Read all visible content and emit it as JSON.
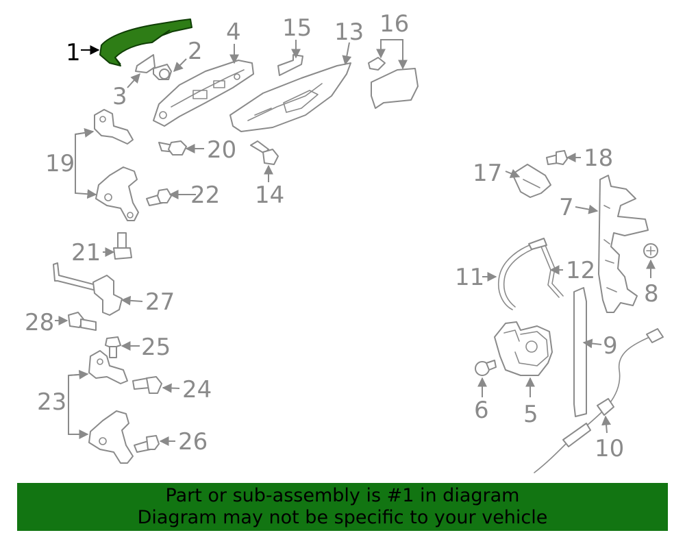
{
  "callouts": [
    "1",
    "2",
    "3",
    "4",
    "5",
    "6",
    "7",
    "8",
    "9",
    "10",
    "11",
    "12",
    "13",
    "14",
    "15",
    "16",
    "17",
    "18",
    "19",
    "20",
    "21",
    "22",
    "23",
    "24",
    "25",
    "26",
    "27",
    "28"
  ],
  "highlighted_part": "1",
  "colors": {
    "highlight": "#2e7d16",
    "banner": "#127512",
    "line": "#8a8a8a",
    "text": "#000000"
  },
  "banner": {
    "line1": "Part or sub-assembly is #1 in diagram",
    "line2": "Diagram may not be specific to your vehicle"
  }
}
